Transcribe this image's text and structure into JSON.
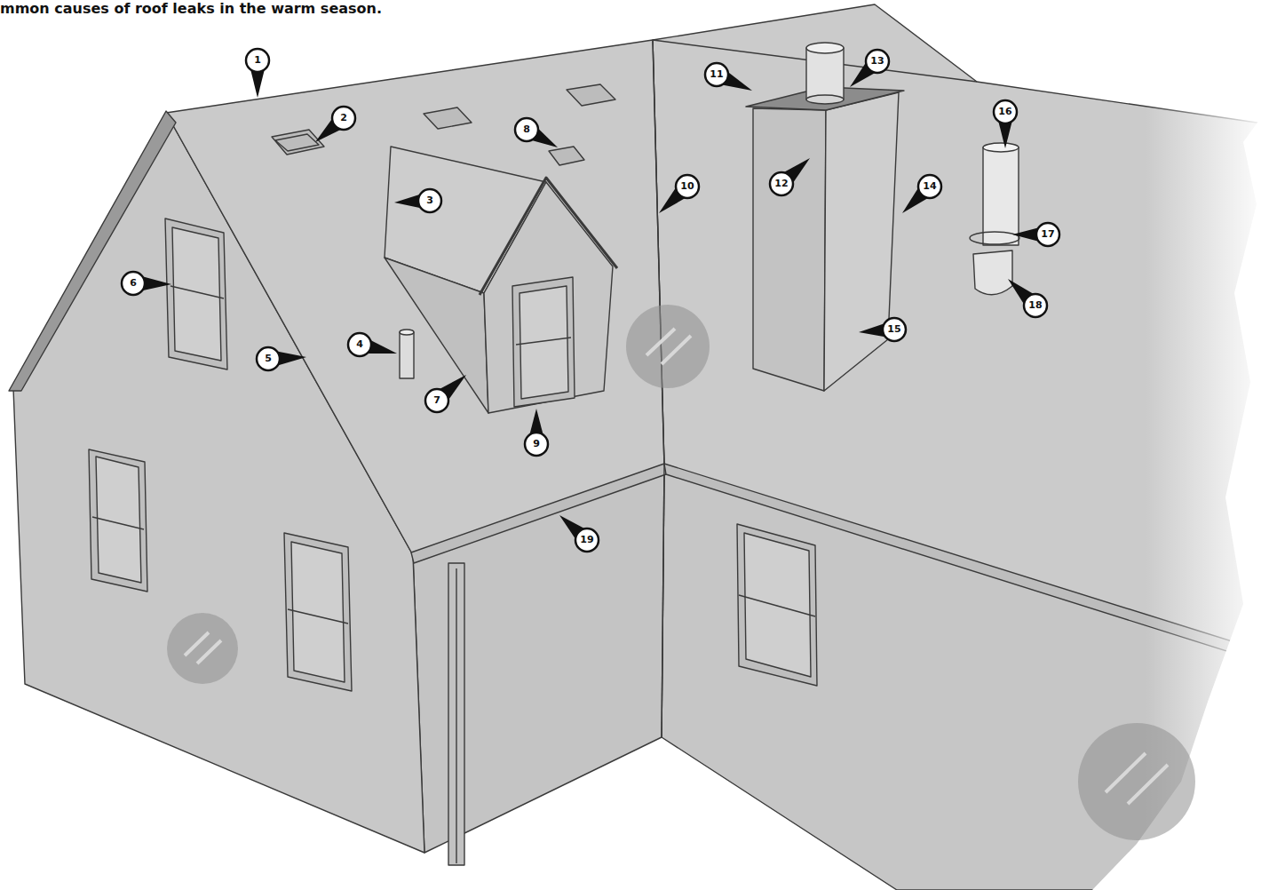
{
  "diagram": {
    "title": "mmon causes of roof leaks in the warm season.",
    "labels": [
      "1",
      "2",
      "3",
      "4",
      "5",
      "6",
      "7",
      "8",
      "9",
      "10",
      "11",
      "12",
      "13",
      "14",
      "15",
      "16",
      "17",
      "18",
      "19"
    ]
  }
}
